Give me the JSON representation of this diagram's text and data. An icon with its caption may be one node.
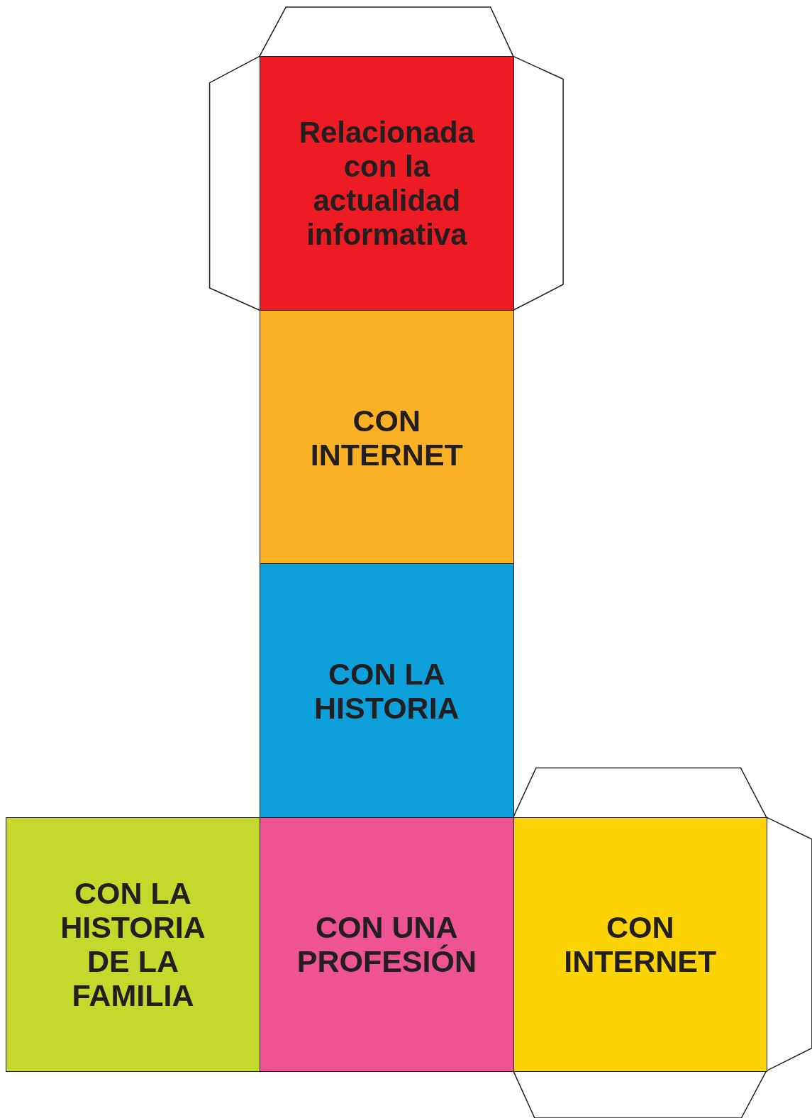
{
  "diagram": {
    "nodes": [
      {
        "text": [
          "Relacionada con la actualidad informativa"
        ]
      },
      {
        "text": [
          "CON INTERNET"
        ]
      },
      {
        "text": [
          "CON LA HISTORIA"
        ]
      },
      {
        "text": [
          "CON LA HISTORIA DE LA FAMILIA"
        ]
      },
      {
        "text": [
          "CON UNA PROFESIÓN"
        ]
      },
      {
        "text": [
          "CON INTERNET"
        ]
      }
    ]
  }
}
